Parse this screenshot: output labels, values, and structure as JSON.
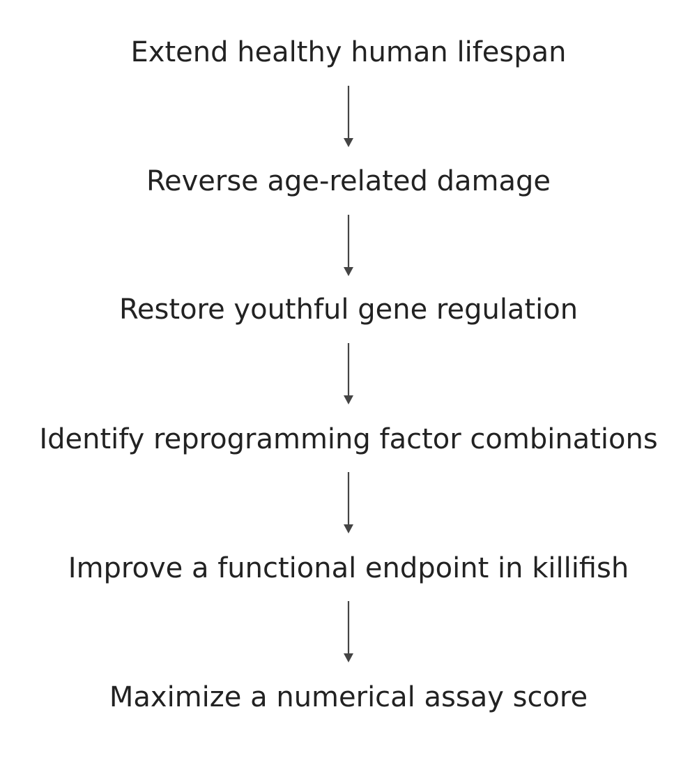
{
  "steps": [
    "Extend healthy human lifespan",
    "Reverse age-related damage",
    "Restore youthful gene regulation",
    "Identify reprogramming factor combinations",
    "Improve a functional endpoint in killifish",
    "Maximize a numerical assay score"
  ],
  "colors": {
    "text": "#222222",
    "arrow": "#444444",
    "background": "#ffffff"
  }
}
